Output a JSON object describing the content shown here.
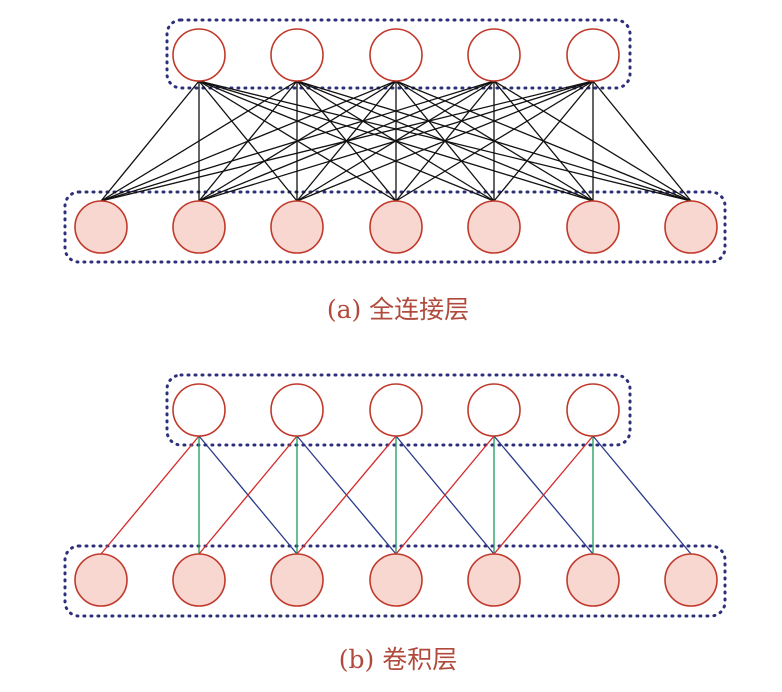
{
  "panels": [
    {
      "id": "a",
      "caption": "(a) 全连接层",
      "type": "fully-connected",
      "output_nodes": 5,
      "input_nodes": 7
    },
    {
      "id": "b",
      "caption": "(b) 卷积层",
      "type": "convolutional",
      "output_nodes": 5,
      "input_nodes": 7,
      "kernel_size": 3,
      "stride": 1
    }
  ],
  "colors": {
    "node_stroke": "#c0392b",
    "input_node_fill": "#f8d7d0",
    "output_node_fill": "#ffffff",
    "group_border": "#2d2f7a",
    "fc_edge": "#111111",
    "conv_edge_left": "#d62828",
    "conv_edge_center": "#1a9a5a",
    "conv_edge_right": "#2b3a8c",
    "caption": "#b04a3c"
  }
}
